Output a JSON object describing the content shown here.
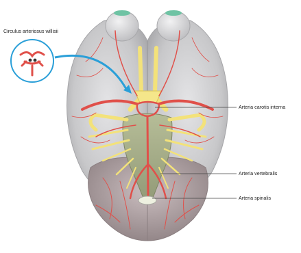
{
  "labels": {
    "inset_title": "Circulus arteriosus willisii",
    "carotis": "Arteria carotis interna",
    "vertebralis": "Arteria vertebralis",
    "spinalis": "Arteria spinalis"
  },
  "colors": {
    "brain_gray": "#c9c9cb",
    "cerebellum": "#b7a9ab",
    "artery_red": "#e0504a",
    "nerve_yellow": "#f3e27a",
    "brainstem_green": "#a7b08b",
    "eye_green": "#6fc3a4",
    "pointer_blue": "#2a9fd8"
  }
}
